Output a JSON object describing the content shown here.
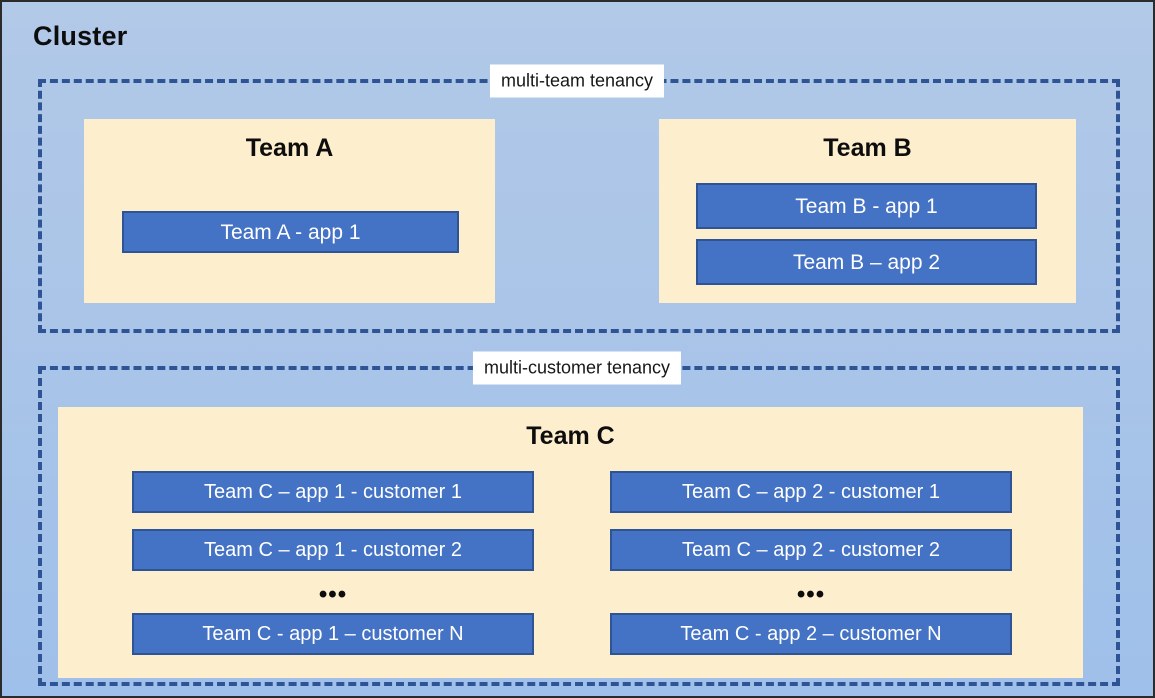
{
  "diagram": {
    "title": "Cluster",
    "colors": {
      "canvas_background": "#AFC8E8",
      "group_border": "#2F5496",
      "team_box_background": "#FDEECE",
      "app_fill": "#4472C4",
      "app_border": "#2F5496",
      "app_text": "#FFFFFF",
      "label_background": "#FFFFFF",
      "title_text": "#0D0D0D"
    },
    "groups": [
      {
        "id": "multi-team",
        "label": "multi-team tenancy",
        "teams": [
          {
            "id": "team-a",
            "title": "Team A",
            "apps": [
              "Team A - app 1"
            ]
          },
          {
            "id": "team-b",
            "title": "Team B",
            "apps": [
              "Team B - app 1",
              "Team B – app 2"
            ]
          }
        ]
      },
      {
        "id": "multi-customer",
        "label": "multi-customer tenancy",
        "teams": [
          {
            "id": "team-c",
            "title": "Team C",
            "columns": [
              {
                "id": "app-1",
                "apps": [
                  "Team C – app 1 - customer 1",
                  "Team C – app 1 - customer 2"
                ],
                "ellipsis": "•••",
                "last_app": "Team C - app 1 – customer N"
              },
              {
                "id": "app-2",
                "apps": [
                  "Team C – app 2 - customer 1",
                  "Team C – app 2 - customer 2"
                ],
                "ellipsis": "•••",
                "last_app": "Team C - app 2 – customer N"
              }
            ]
          }
        ]
      }
    ]
  }
}
